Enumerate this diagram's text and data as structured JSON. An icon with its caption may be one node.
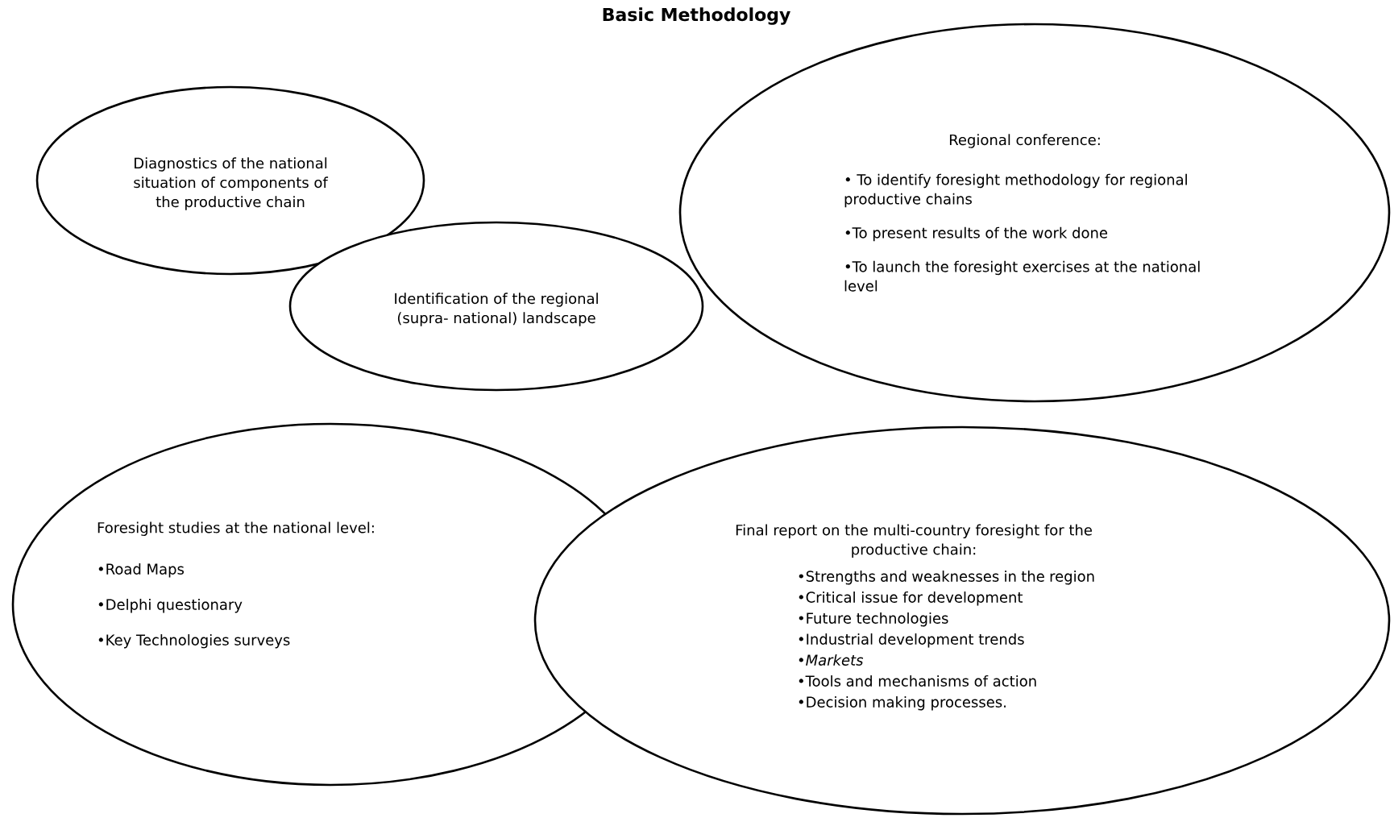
{
  "diagram": {
    "title": "Basic Methodology",
    "nodes": [
      {
        "text": [
          "Diagnostics of the national situation of components of the productive chain"
        ]
      },
      {
        "text": [
          "Identification of the regional (supra- national) landscape"
        ]
      },
      {
        "text": [
          "Regional conference:",
          "• To identify foresight methodology for regional productive chains",
          "•To present results of the work done",
          "•To launch the foresight exercises at the national level"
        ]
      },
      {
        "text": [
          "Foresight studies at the national level:",
          "•Road Maps",
          "•Delphi questionary",
          "•Key Technologies surveys"
        ]
      },
      {
        "text": [
          "Final report on the multi-country foresight for the productive chain:",
          "•Strengths and weaknesses in the region",
          "•Critical issue for development",
          "•Future technologies",
          "•Industrial development trends",
          "•*Markets*",
          "•Tools and mechanisms of action",
          "•Decision making processes."
        ]
      }
    ]
  }
}
